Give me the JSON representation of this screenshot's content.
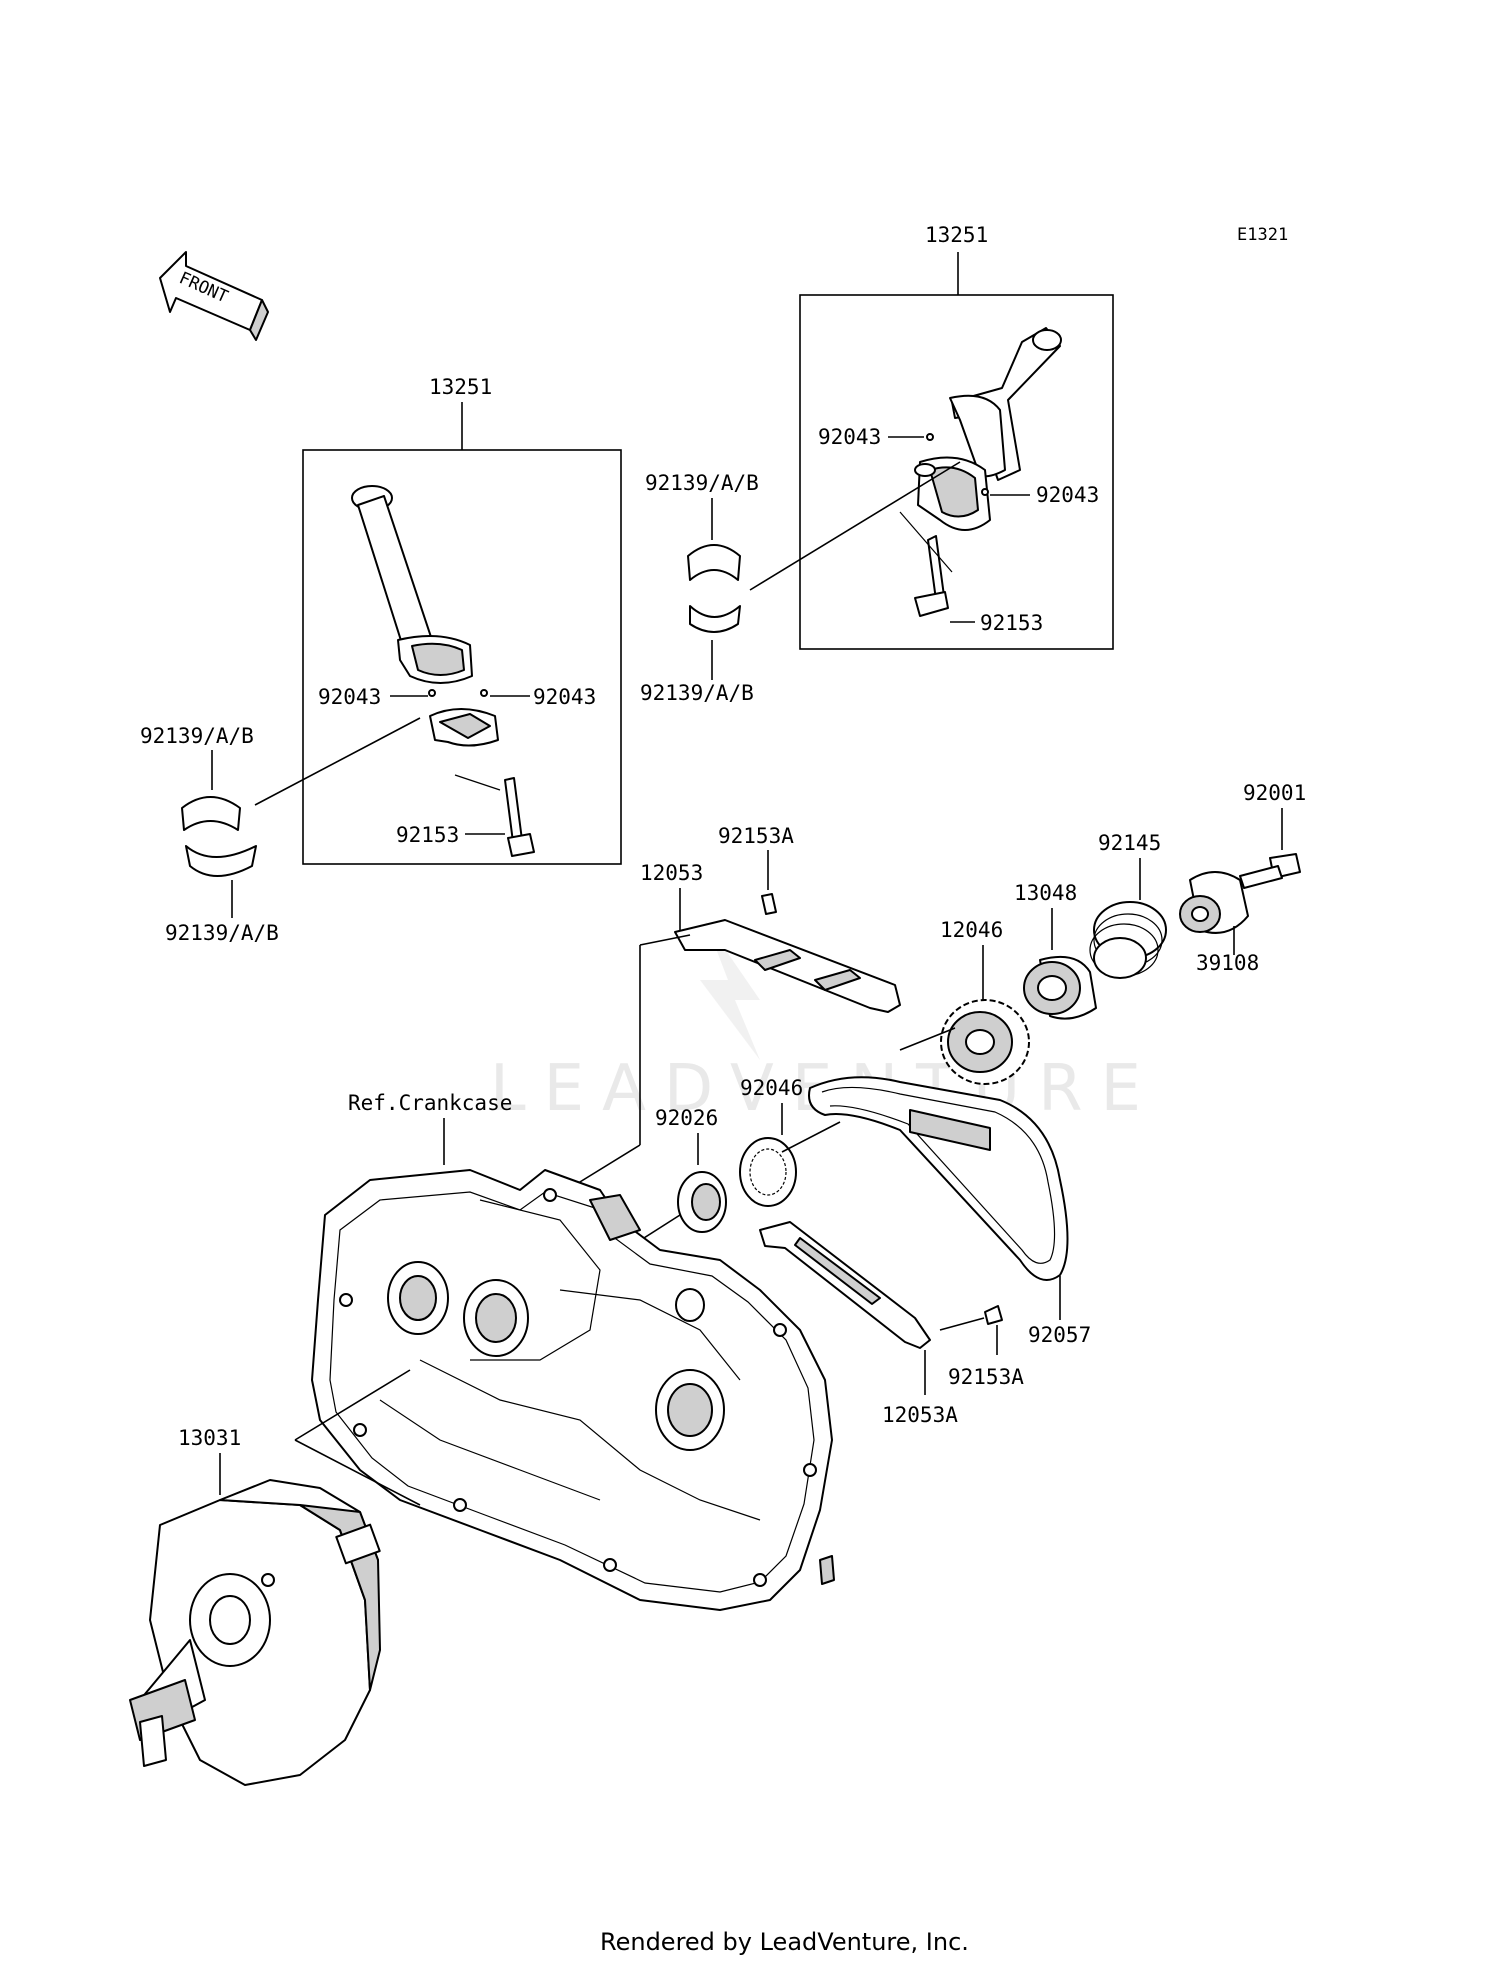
{
  "diagram": {
    "code": "E1321",
    "front_label": "FRONT",
    "watermark": "LEADVENTURE",
    "footer": "Rendered by LeadVenture, Inc.",
    "labels": {
      "con_rod_right": "13251",
      "con_rod_left": "13251",
      "knock_pin_r1": "92043",
      "knock_pin_r2": "92043",
      "bolt_r": "92153",
      "bearing_mid_top": "92139/A/B",
      "bearing_mid_bottom": "92139/A/B",
      "knock_pin_l1": "92043",
      "knock_pin_l2": "92043",
      "bearing_left_top": "92139/A/B",
      "bearing_left_bottom": "92139/A/B",
      "bolt_l": "92153",
      "bolt_92153a_top": "92153A",
      "guide_12053": "12053",
      "bolt_92001": "92001",
      "spring_92145": "92145",
      "part_13048": "13048",
      "gear_12046": "12046",
      "cap_39108": "39108",
      "washer_92046": "92046",
      "seal_92026": "92026",
      "ref_crankcase": "Ref.Crankcase",
      "chain_92057": "92057",
      "bolt_92153a_bottom": "92153A",
      "guide_12053a": "12053A",
      "crankshaft_13031": "13031"
    }
  }
}
